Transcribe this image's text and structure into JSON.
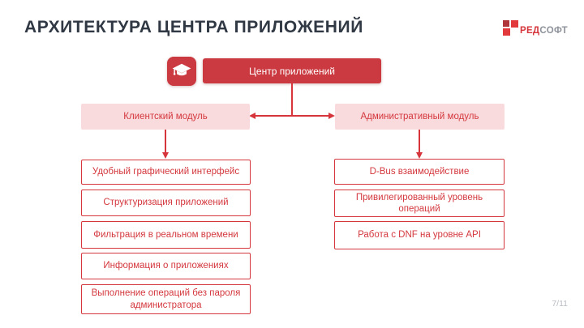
{
  "slide": {
    "title": "АРХИТЕКТУРА ЦЕНТРА ПРИЛОЖЕНИЙ",
    "page_number": "7/11"
  },
  "logo": {
    "text_red": "РЕД",
    "text_gray": "СОФТ"
  },
  "colors": {
    "accent_red": "#cb3a40",
    "line_red": "#d6353b",
    "light_pink": "#f9dbdd",
    "title_dark": "#303844"
  },
  "diagram": {
    "root": {
      "label": "Центр приложений",
      "icon": "graduation-cap-icon"
    },
    "modules": [
      {
        "label": "Клиентский модуль",
        "features": [
          "Удобный графический интерфейс",
          "Структуризация приложений",
          "Фильтрация в реальном времени",
          "Информация о приложениях",
          "Выполнение операций без пароля администратора"
        ]
      },
      {
        "label": "Административный модуль",
        "features": [
          "D-Bus взаимодействие",
          "Привилегированный уровень операций",
          "Работа с DNF на уровне API"
        ]
      }
    ]
  }
}
